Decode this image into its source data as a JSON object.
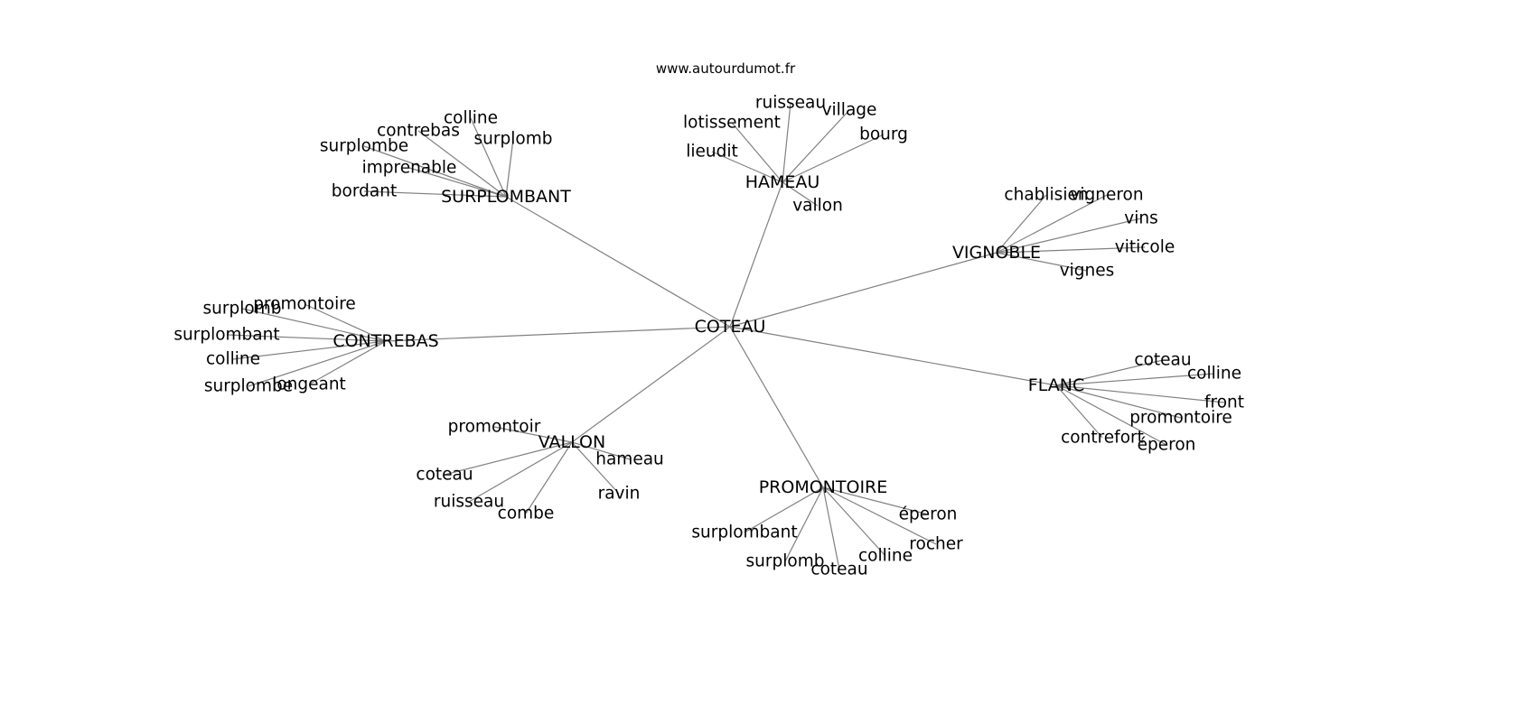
{
  "header": {
    "site": "www.autourdumot.fr"
  },
  "graph": {
    "root": "COTEAU",
    "groups": [
      {
        "hub": "SURPLOMBANT",
        "leaves": [
          "colline",
          "contrebas",
          "surplomb",
          "surplombe",
          "imprenable",
          "bordant"
        ]
      },
      {
        "hub": "HAMEAU",
        "leaves": [
          "ruisseau",
          "village",
          "lotissement",
          "bourg",
          "lieudit",
          "vallon"
        ]
      },
      {
        "hub": "VIGNOBLE",
        "leaves": [
          "chablisien",
          "vigneron",
          "vins",
          "viticole",
          "vignes"
        ]
      },
      {
        "hub": "CONTREBAS",
        "leaves": [
          "promontoire",
          "surplomb",
          "surplombant",
          "colline",
          "surplombe",
          "longeant"
        ]
      },
      {
        "hub": "FLANC",
        "leaves": [
          "coteau",
          "colline",
          "front",
          "promontoire",
          "contrefort",
          "éperon"
        ]
      },
      {
        "hub": "VALLON",
        "leaves": [
          "promontoir",
          "hameau",
          "coteau",
          "ruisseau",
          "combe",
          "ravin"
        ]
      },
      {
        "hub": "PROMONTOIRE",
        "leaves": [
          "éperon",
          "surplombant",
          "rocher",
          "colline",
          "surplomb",
          "coteau"
        ]
      }
    ]
  }
}
